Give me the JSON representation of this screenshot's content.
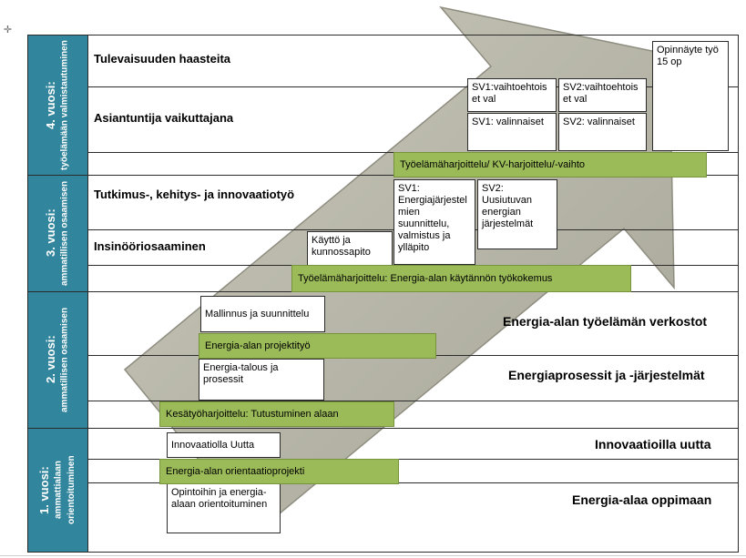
{
  "meta": {
    "anchor_icon": "✛"
  },
  "colors": {
    "year_band_teal": "#31859c",
    "practice_green": "#9bbb59",
    "practice_green_border": "#77933c",
    "arrow_gray": "#b3b2a4",
    "line_black": "#2b2b2b"
  },
  "years": [
    {
      "name": "4. vuosi:",
      "theme": "työelämään valmistautuminen"
    },
    {
      "name": "3. vuosi:",
      "theme": "ammatillisen osaamisen"
    },
    {
      "name": "2. vuosi:",
      "theme": "ammatillisen osaamisen"
    },
    {
      "name": "1. vuosi:",
      "theme": "ammattialaan orientoituminen"
    }
  ],
  "competence_titles": {
    "future_challenges": "Tulevaisuuden haasteita",
    "expert_influencer": "Asiantuntija vaikuttajana",
    "rdi": "Tutkimus-, kehitys- ja innovaatiotyö",
    "engineering": "Insinööriosaaminen",
    "worklife_networks": "Energia-alan työelämän verkostot",
    "energy_processes": "Energiaprosessit ja -järjestelmät",
    "innovation": "Innovaatioilla uutta",
    "learning_energy": "Energia-alaa oppimaan"
  },
  "courses": {
    "thesis": "Opinnäyte työ 15 op",
    "sv1_optional": "SV1:vaihtoehtoiset val",
    "sv2_optional": "SV2:vaihtoehtoiset val",
    "sv1_elective": "SV1: valinnaiset",
    "sv2_elective": "SV2: valinnaiset",
    "sv1_systems": "SV1: Energiajärjestelmien suunnittelu, valmistus ja ylläpito",
    "sv2_renewable": "SV2: Uusiutuvan energian järjestelmät",
    "operation_maintenance": "Käyttö ja kunnossapito",
    "modeling_design": "Mallinnus ja suunnittelu",
    "energy_economy": "Energia-talous ja prosessit",
    "innovation_new": "Innovaatiolla Uutta",
    "orientation_studies": "Opintoihin ja energia-alaan orientoituminen"
  },
  "practice_bars": {
    "kv_exchange": "Työelämäharjoittelu/ KV-harjoittelu/-vaihto",
    "work_experience": "Työelämäharjoittelu: Energia-alan käytännön työkokemus",
    "project_work": "Energia-alan projektityö",
    "summer_internship": "Kesätyöharjoittelu: Tutustuminen alaan",
    "orientation_project": "Energia-alan orientaatioprojekti"
  }
}
